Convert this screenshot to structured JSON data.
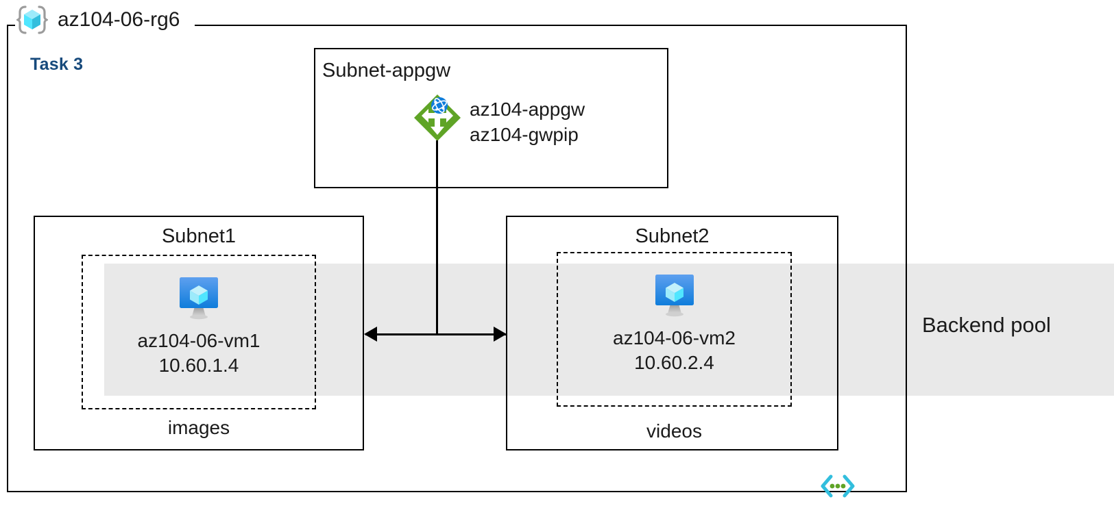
{
  "diagram": {
    "resource_group": {
      "name": "az104-06-rg6",
      "icon": "resource-group-cube-icon"
    },
    "task_label": "Task 3",
    "backend_pool": {
      "label": "Backend pool",
      "band_color": "#e9e9e9"
    },
    "appgw_subnet": {
      "title": "Subnet-appgw",
      "resources": [
        "az104-appgw",
        "az104-gwpip"
      ],
      "icon": "application-gateway-icon",
      "icon_color": "#5fa426"
    },
    "subnets": [
      {
        "title": "Subnet1",
        "vm_name": "az104-06-vm1",
        "vm_ip": "10.60.1.4",
        "caption": "images",
        "icon": "virtual-machine-icon"
      },
      {
        "title": "Subnet2",
        "vm_name": "az104-06-vm2",
        "vm_ip": "10.60.2.4",
        "caption": "videos",
        "icon": "virtual-machine-icon"
      }
    ],
    "footer_icon": "arm-template-code-icon",
    "colors": {
      "task_accent": "#174a7c",
      "line": "#000000",
      "vm_blue": "#0f7ddb",
      "cube_cyan": "#6fdcf7",
      "appgw_green": "#5fa426",
      "code_cyan": "#32bedd",
      "code_green": "#5fa426"
    }
  }
}
